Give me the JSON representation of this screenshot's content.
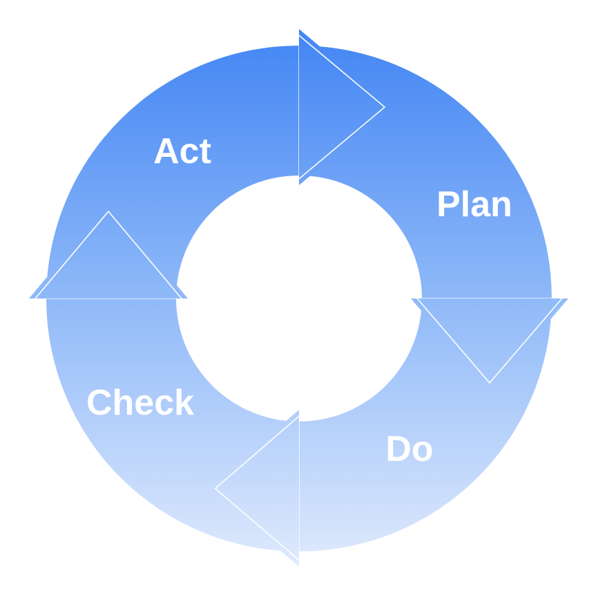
{
  "diagram": {
    "type": "cycle",
    "direction": "clockwise",
    "segments": {
      "act": {
        "label": "Act"
      },
      "plan": {
        "label": "Plan"
      },
      "do": {
        "label": "Do"
      },
      "check": {
        "label": "Check"
      }
    },
    "colors": {
      "gradient_top": "#4285f4",
      "gradient_mid": "#8fb9f8",
      "gradient_bottom": "#dfeafd",
      "label_text": "#ffffff",
      "separator": "#ffffff",
      "arrow_outline": "#ffffff",
      "background": "#ffffff"
    }
  }
}
